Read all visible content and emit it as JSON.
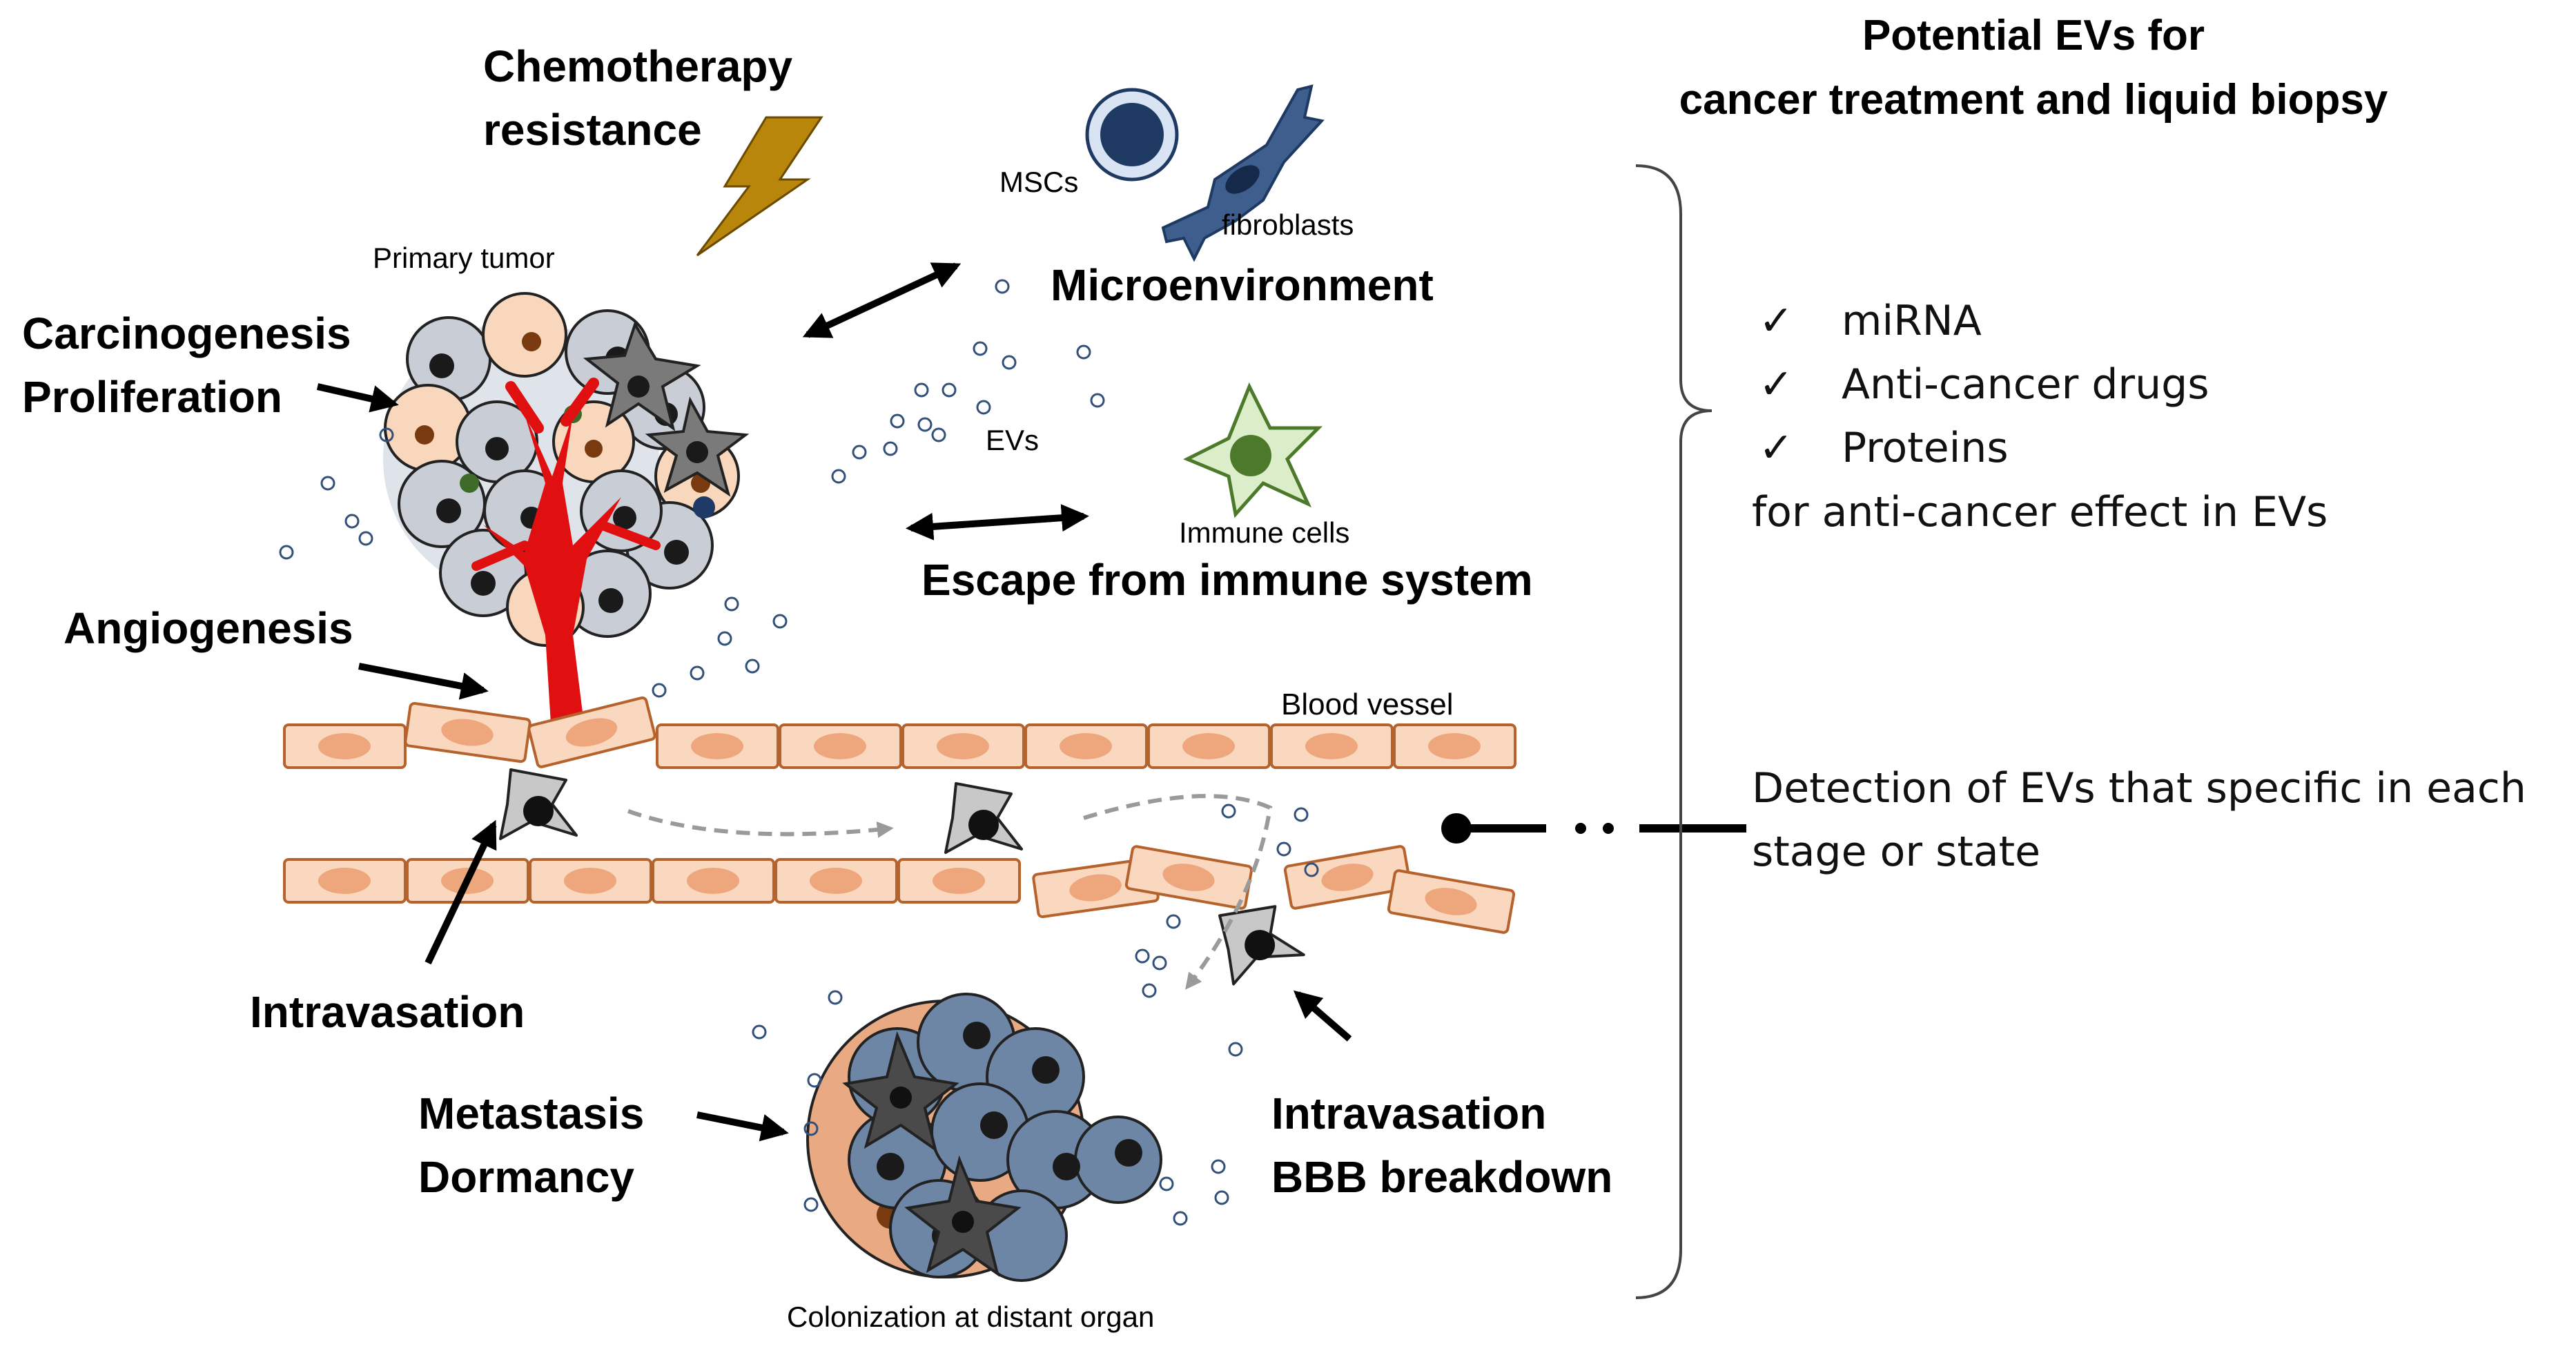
{
  "labels": {
    "chemo_line1": "Chemotherapy",
    "chemo_line2": "resistance",
    "primary_tumor": "Primary tumor",
    "carcinogenesis": "Carcinogenesis",
    "proliferation": "Proliferation",
    "angiogenesis": "Angiogenesis",
    "intravasation_left": "Intravasation",
    "metastasis": "Metastasis",
    "dormancy": "Dormancy",
    "colonization": "Colonization at distant organ",
    "mscs": "MSCs",
    "fibroblasts": "fibroblasts",
    "microenvironment": "Microenvironment",
    "evs": "EVs",
    "immune_cells": "Immune cells",
    "escape": "Escape from immune system",
    "blood_vessel": "Blood vessel",
    "intravasation_right": "Intravasation",
    "bbb": "BBB breakdown"
  },
  "right_panel": {
    "title_line1": "Potential EVs for",
    "title_line2": "cancer treatment and liquid biopsy",
    "check_mark": "✓",
    "checklist": [
      "miRNA",
      "Anti-cancer drugs",
      "Proteins"
    ],
    "effect": "for anti-cancer effect in EVs",
    "detection_line1": "Detection of EVs that specific in each",
    "detection_line2": "stage or state"
  },
  "colors": {
    "vessel_fill": "#f9d8bf",
    "vessel_stroke": "#b5622c",
    "vessel_nucleus": "#eea77c",
    "red_vessel": "#e01010",
    "lightning": "#b8860b",
    "ev_stroke": "#33507a",
    "msc": "#1e3a63",
    "fibroblast": "#3e5f8e",
    "immune": "#4c7a2a",
    "tumor_cell": "#c9cdd6",
    "metastasis_cell": "#6e86a6"
  }
}
